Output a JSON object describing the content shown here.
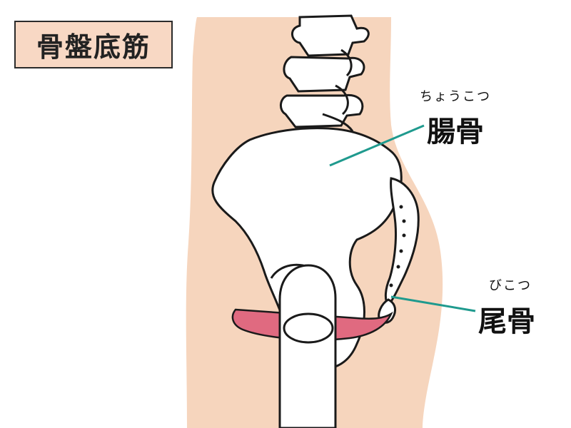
{
  "title": "骨盤底筋",
  "labels": {
    "ilium": {
      "text": "腸骨",
      "ruby": "ちょうこつ"
    },
    "coccyx": {
      "text": "尾骨",
      "ruby": "びこつ"
    }
  },
  "colors": {
    "skin": "#f6d5bd",
    "bone_fill": "#ffffff",
    "outline": "#1a1a1a",
    "pelvic_floor_muscle": "#e06a80",
    "leader_line": "#1f9a8e",
    "title_background": "#f8d8c4"
  }
}
